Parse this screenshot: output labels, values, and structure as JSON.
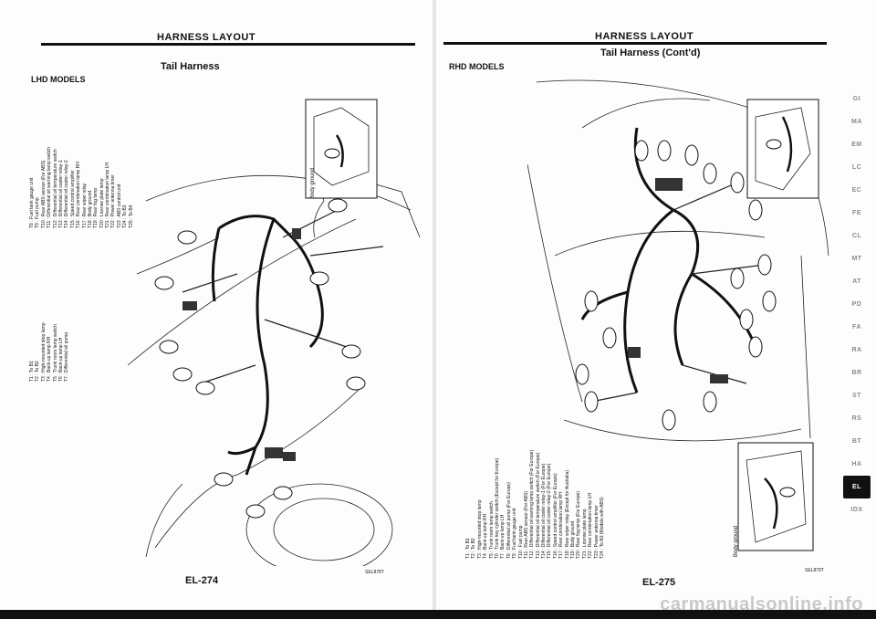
{
  "left_page": {
    "header": "HARNESS LAYOUT",
    "subtitle": "Tail Harness",
    "models": "LHD MODELS",
    "page_number": "EL-274",
    "figure_code": "SEL878T",
    "legend_a": [
      "T1 : To B1",
      "T2 : To B2",
      "T3 : High-mounted stop lamp",
      "T4 : Back-up lamp RH",
      "T5 : Trunk room lamp switch",
      "T6 : Back-up lamp LH",
      "T7 : Differential oil pump"
    ],
    "legend_b": [
      "T8 : Fuel tank gauge unit",
      "T9 : Fuel pump",
      "T10 : Rear ABS sensor (For ABS)",
      "T11 : Differential oil warning lamp switch",
      "T12 : Differential oil temperature switch",
      "T13 : Differential oil cooler relay-1",
      "T14 : Differential oil cooler relay-2",
      "T15 : Speed control amplifier",
      "T16 : Rear combination lamp RH",
      "T17 : Rear wiper relay",
      "T18 : Body ground",
      "T19 : Rear fog lamp",
      "T20 : License plate lamp",
      "T21 : Rear combination lamp LH",
      "T22 : Power antenna timer",
      "T23 : ABS control unit",
      "T24 : To B3",
      "T25 : To B4"
    ],
    "body_ground_label": "Body ground"
  },
  "right_page": {
    "header": "HARNESS LAYOUT",
    "subtitle": "Tail Harness (Cont'd)",
    "models": "RHD MODELS",
    "page_number": "EL-275",
    "figure_code": "SEL879T",
    "legend": [
      "T1 : To B1",
      "T2 : To B2",
      "T3 : High-mounted stop lamp",
      "T4 : Back-up lamp RH",
      "T5 : Trunk room lamp switch",
      "T6 : Trunk key cylinder switch (Except for Europe)",
      "T7 : Back-up lamp LH",
      "T8 : Differential oil pump (For Europe)",
      "T9 : Fuel tank gauge unit",
      "T10 : Fuel pump",
      "T11 : Rear ABS sensor (For ABS)",
      "T12 : Differential oil warning lamp switch (For Europe)",
      "T13 : Differential oil temperature switch (For Europe)",
      "T14 : Differential oil cooler relay-1 (For Europe)",
      "T15 : Differential oil cooler relay-2 (For Europe)",
      "T16 : Speed control amplifier (For Europe)",
      "T17 : Rear combination lamp RH",
      "T18 : Rear wiper relay (Except for Australia)",
      "T19 : Body ground",
      "T20 : Rear fog lamp (For Europe)",
      "T21 : License plate lamp",
      "T22 : Rear combination lamp LH",
      "T23 : Power antenna timer",
      "T24 : To B3 (Models with ABS)"
    ],
    "body_ground_label": "Body ground"
  },
  "side_tabs": [
    "GI",
    "MA",
    "EM",
    "LC",
    "EC",
    "FE",
    "CL",
    "MT",
    "AT",
    "PD",
    "FA",
    "RA",
    "BR",
    "ST",
    "RS",
    "BT",
    "HA",
    "EL",
    "IDX"
  ],
  "active_tab": "EL",
  "watermark": "carmanualsonline.info"
}
